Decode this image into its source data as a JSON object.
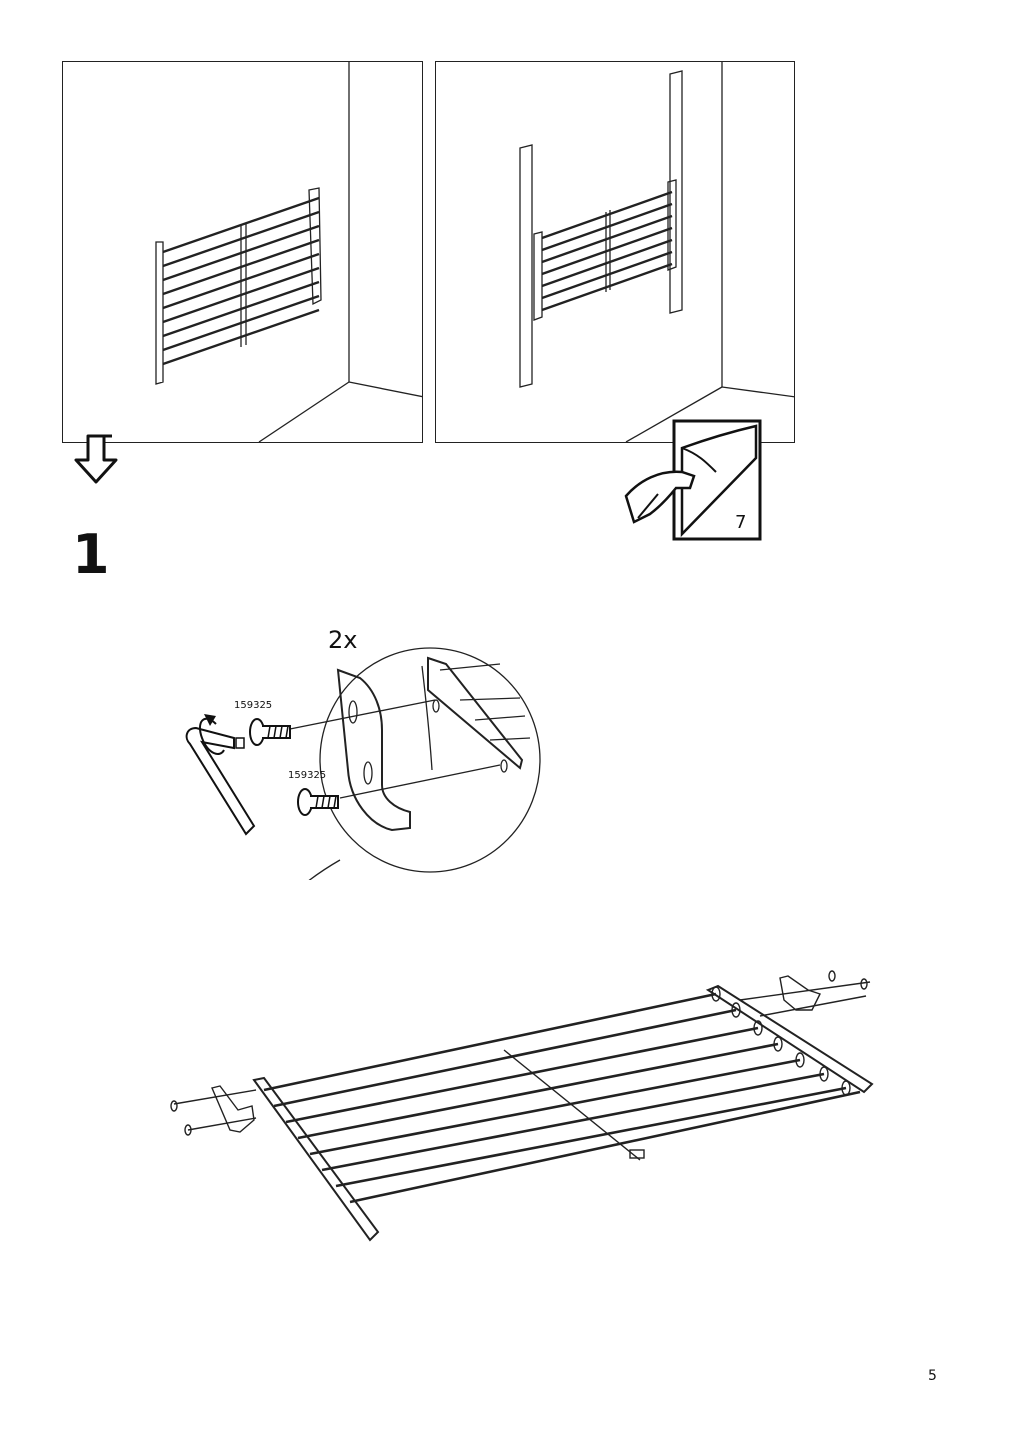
{
  "step": {
    "number": "1"
  },
  "detail": {
    "quantity": "2x",
    "screw_part_top": "159325",
    "screw_part_bottom": "159325"
  },
  "page_ref": {
    "number": "7"
  },
  "footer": {
    "page_number": "5"
  },
  "icons": [
    "down-arrow-icon",
    "page-turn-icon",
    "allen-key-icon",
    "screw-icon"
  ]
}
